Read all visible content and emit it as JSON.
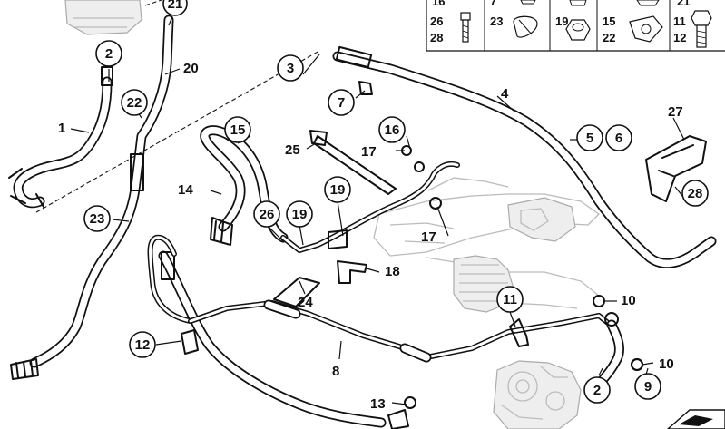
{
  "callouts": {
    "c1": "1",
    "c2a": "2",
    "c2b": "2",
    "c3": "3",
    "c4": "4",
    "c5": "5",
    "c6": "6",
    "c7": "7",
    "c8": "8",
    "c9": "9",
    "c10a": "10",
    "c10b": "10",
    "c11": "11",
    "c12": "12",
    "c13": "13",
    "c14": "14",
    "c15": "15",
    "c16": "16",
    "c17a": "17",
    "c17b": "17",
    "c18": "18",
    "c19a": "19",
    "c19b": "19",
    "c20": "20",
    "c21": "21",
    "c22": "22",
    "c23": "23",
    "c24": "24",
    "c25": "25",
    "c26": "26",
    "c27": "27",
    "c28": "28"
  },
  "legend": {
    "r1": [
      "16",
      "7",
      "21"
    ],
    "l26": "26",
    "l28": "28",
    "l23": "23",
    "l19": "19",
    "l15": "15",
    "l22": "22",
    "l11": "11",
    "l12": "12"
  }
}
